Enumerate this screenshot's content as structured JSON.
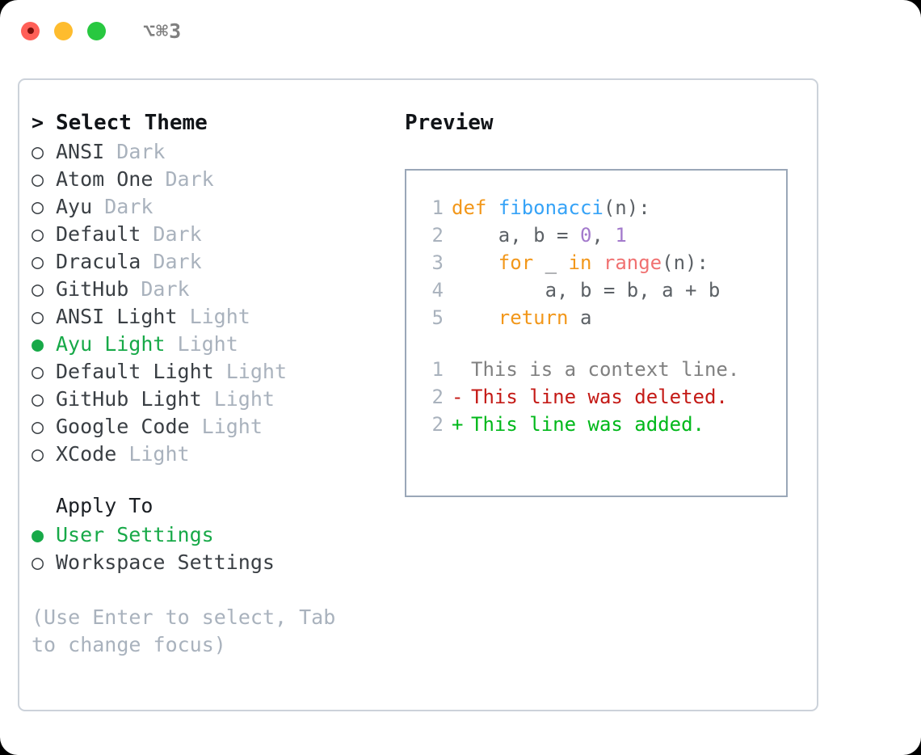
{
  "titlebar": {
    "shortcut": "⌥⌘3",
    "lights": [
      {
        "name": "close",
        "color": "#ff5f57"
      },
      {
        "name": "minimize",
        "color": "#febc2e"
      },
      {
        "name": "maximize",
        "color": "#28c840"
      }
    ]
  },
  "theme_list": {
    "header": "Select Theme",
    "header_marker": ">",
    "marker_unselected": "○",
    "marker_selected": "●",
    "items": [
      {
        "name": "ANSI",
        "variant": "Dark",
        "selected": false
      },
      {
        "name": "Atom One",
        "variant": "Dark",
        "selected": false
      },
      {
        "name": "Ayu",
        "variant": "Dark",
        "selected": false
      },
      {
        "name": "Default",
        "variant": "Dark",
        "selected": false
      },
      {
        "name": "Dracula",
        "variant": "Dark",
        "selected": false
      },
      {
        "name": "GitHub",
        "variant": "Dark",
        "selected": false
      },
      {
        "name": "ANSI Light",
        "variant": "Light",
        "selected": false
      },
      {
        "name": "Ayu Light",
        "variant": "Light",
        "selected": true
      },
      {
        "name": "Default Light",
        "variant": "Light",
        "selected": false
      },
      {
        "name": "GitHub Light",
        "variant": "Light",
        "selected": false
      },
      {
        "name": "Google Code",
        "variant": "Light",
        "selected": false
      },
      {
        "name": "XCode",
        "variant": "Light",
        "selected": false
      }
    ]
  },
  "apply_to": {
    "header": "Apply To",
    "items": [
      {
        "name": "User Settings",
        "selected": true
      },
      {
        "name": "Workspace Settings",
        "selected": false
      }
    ]
  },
  "hint": "(Use Enter to select, Tab to change focus)",
  "preview": {
    "title": "Preview",
    "code": [
      {
        "lineno": "1",
        "tokens": [
          {
            "t": "def",
            "c": "kw"
          },
          {
            "t": " ",
            "c": "txt"
          },
          {
            "t": "fibonacci",
            "c": "fn"
          },
          {
            "t": "(n):",
            "c": "punc"
          }
        ]
      },
      {
        "lineno": "2",
        "tokens": [
          {
            "t": "    a, b = ",
            "c": "txt"
          },
          {
            "t": "0",
            "c": "num"
          },
          {
            "t": ", ",
            "c": "txt"
          },
          {
            "t": "1",
            "c": "num"
          }
        ]
      },
      {
        "lineno": "3",
        "tokens": [
          {
            "t": "    ",
            "c": "txt"
          },
          {
            "t": "for",
            "c": "kw"
          },
          {
            "t": " _ ",
            "c": "txt"
          },
          {
            "t": "in",
            "c": "kw"
          },
          {
            "t": " ",
            "c": "txt"
          },
          {
            "t": "range",
            "c": "bi"
          },
          {
            "t": "(n):",
            "c": "punc"
          }
        ]
      },
      {
        "lineno": "4",
        "tokens": [
          {
            "t": "        a, b = b, a + b",
            "c": "txt"
          }
        ]
      },
      {
        "lineno": "5",
        "tokens": [
          {
            "t": "    ",
            "c": "txt"
          },
          {
            "t": "return",
            "c": "kw"
          },
          {
            "t": " a",
            "c": "txt"
          }
        ]
      }
    ],
    "diff": [
      {
        "lineno": "1",
        "mark": " ",
        "text": "This is a context line.",
        "kind": "ctx"
      },
      {
        "lineno": "2",
        "mark": "-",
        "text": "This line was deleted.",
        "kind": "del"
      },
      {
        "lineno": "2",
        "mark": "+",
        "text": "This line was added.",
        "kind": "add"
      }
    ]
  },
  "colors": {
    "selected_green": "#17a948",
    "muted_gray": "#a9b2bd",
    "text_dark": "#3a3f44",
    "keyword_orange": "#f2971a",
    "function_blue": "#36a3f7",
    "number_purple": "#a37acc",
    "builtin_red": "#f07171",
    "diff_delete": "#c41a16",
    "diff_add": "#00b81a",
    "panel_border": "#ccd2da",
    "preview_border": "#9aa7b8"
  }
}
